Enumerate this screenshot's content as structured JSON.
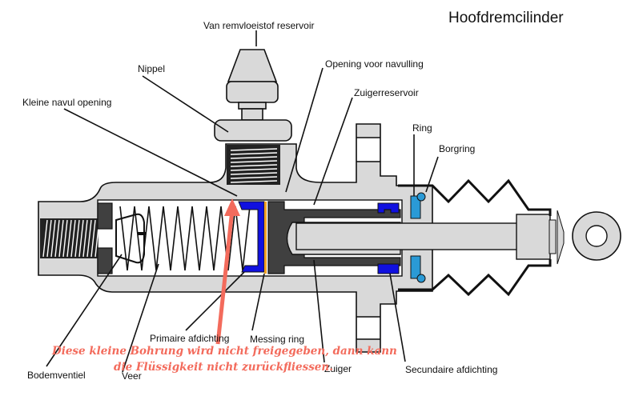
{
  "title": "Hoofdremcilinder",
  "labels": {
    "reservoir_inlet": "Van remvloeistof reservoir",
    "nipple": "Nippel",
    "refill_opening": "Opening voor navulling",
    "small_refill_opening": "Kleine navul opening",
    "piston_reservoir": "Zuigerreservoir",
    "ring": "Ring",
    "circlip": "Borgring",
    "bottom_valve": "Bodemventiel",
    "spring": "Veer",
    "primary_seal": "Primaire afdichting",
    "brass_ring": "Messing ring",
    "piston": "Zuiger",
    "secondary_seal": "Secundaire afdichting"
  },
  "annotation": {
    "line1": "Diese kleine Bohrung wird nicht freigegeben, dann kann",
    "line2": "die Flüssigkeit nicht zurückfliessen.",
    "arrow_target": "Kleine navul opening"
  },
  "colors": {
    "body": "#d9d9d9",
    "primary_seal": "#1010e0",
    "secondary_seal": "#1010e0",
    "ring": "#2a9ad6",
    "brass_ring": "#f0a020",
    "annotation": "#f36b5c",
    "piston": "#404040"
  }
}
